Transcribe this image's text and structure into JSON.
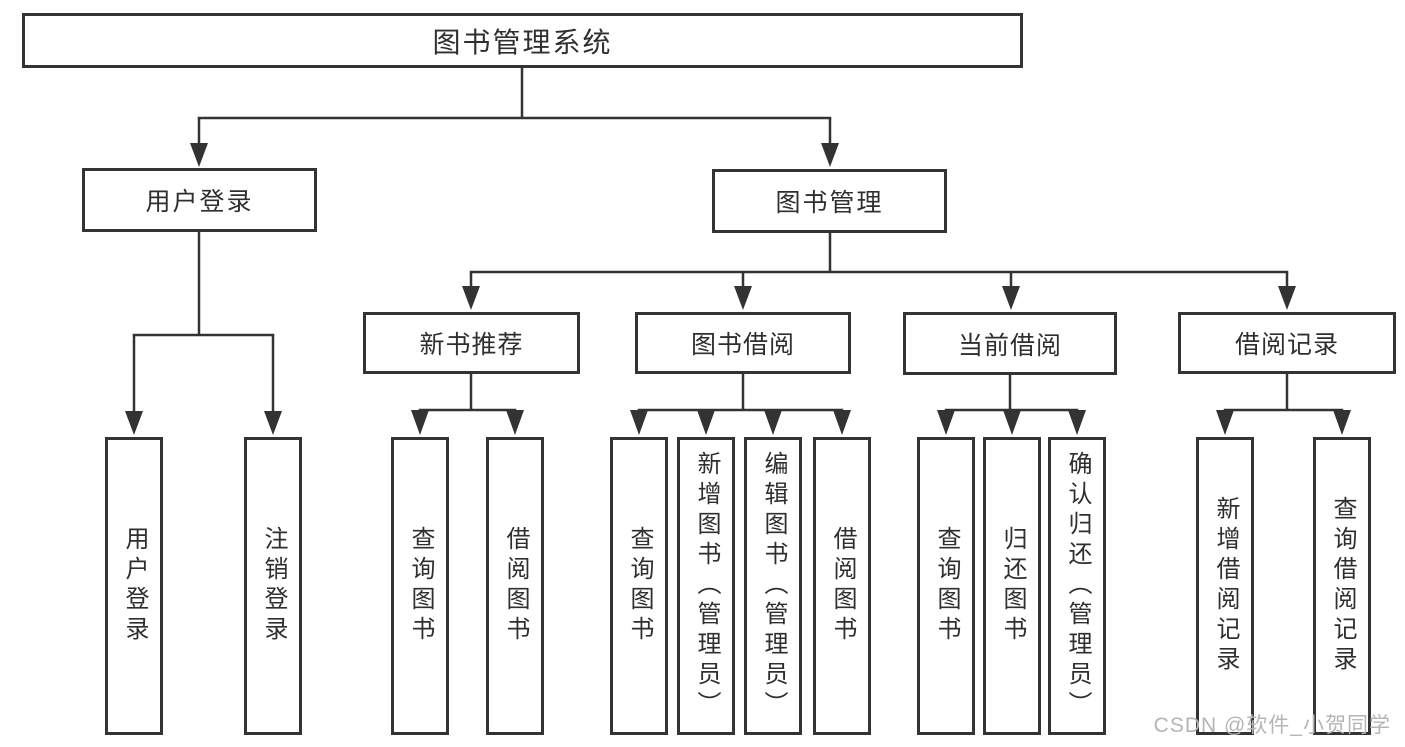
{
  "diagram": {
    "title": "图书管理系统",
    "watermark": "CSDN @软件_小贺同学",
    "colors": {
      "line": "#333333",
      "box_border": "#333333",
      "box_fill": "#ffffff",
      "text": "#2f2f2f",
      "watermark": "#b5b5b5"
    },
    "tree": {
      "label": "图书管理系统",
      "children": [
        {
          "label": "用户登录",
          "children": [
            {
              "label": "用户登录"
            },
            {
              "label": "注销登录"
            }
          ]
        },
        {
          "label": "图书管理",
          "children": [
            {
              "label": "新书推荐",
              "children": [
                {
                  "label": "查询图书"
                },
                {
                  "label": "借阅图书"
                }
              ]
            },
            {
              "label": "图书借阅",
              "children": [
                {
                  "label": "查询图书"
                },
                {
                  "label": "新增图书（管理员）"
                },
                {
                  "label": "编辑图书（管理员）"
                },
                {
                  "label": "借阅图书"
                }
              ]
            },
            {
              "label": "当前借阅",
              "children": [
                {
                  "label": "查询图书"
                },
                {
                  "label": "归还图书"
                },
                {
                  "label": "确认归还（管理员）"
                }
              ]
            },
            {
              "label": "借阅记录",
              "children": [
                {
                  "label": "新增借阅记录"
                },
                {
                  "label": "查询借阅记录"
                }
              ]
            }
          ]
        }
      ]
    }
  }
}
